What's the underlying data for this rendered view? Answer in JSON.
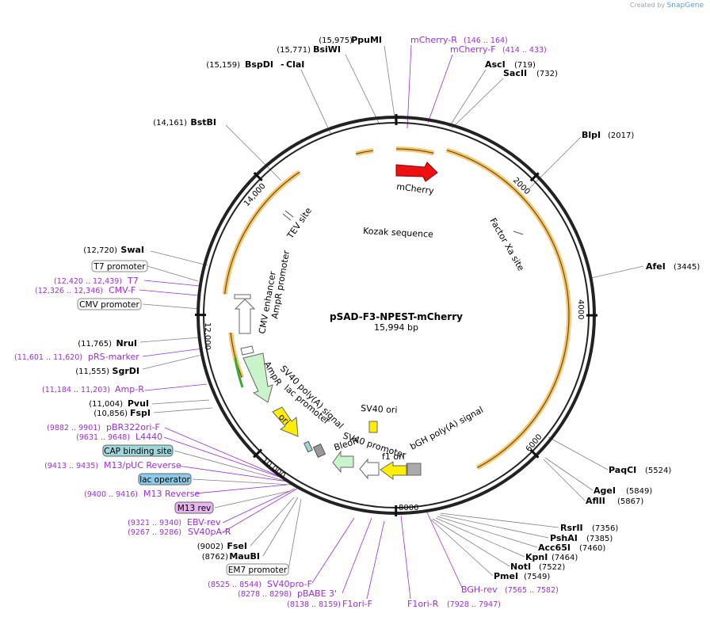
{
  "credit": {
    "prefix": "Created by",
    "brand": "SnapGene"
  },
  "plasmid": {
    "name": "pSAD-F3-NPEST-mCherry",
    "length": "15,994 bp"
  },
  "ticks": [
    "2000",
    "4000",
    "6000",
    "8000",
    "10,000",
    "12,000",
    "14,000"
  ],
  "sites": [
    {
      "name": "AscI",
      "pos": "(719)"
    },
    {
      "name": "SacII",
      "pos": "(732)"
    },
    {
      "name": "BlpI",
      "pos": "(2017)"
    },
    {
      "name": "AfeI",
      "pos": "(3445)"
    },
    {
      "name": "PaqCI",
      "pos": "(5524)"
    },
    {
      "name": "AgeI",
      "pos": "(5849)"
    },
    {
      "name": "AflII",
      "pos": "(5867)"
    },
    {
      "name": "RsrII",
      "pos": "(7356)"
    },
    {
      "name": "PshAI",
      "pos": "(7385)"
    },
    {
      "name": "Acc65I",
      "pos": "(7460)"
    },
    {
      "name": "KpnI",
      "pos": "(7464)"
    },
    {
      "name": "NotI",
      "pos": "(7522)"
    },
    {
      "name": "PmeI",
      "pos": "(7549)"
    },
    {
      "name": "PpuMI",
      "pos": "(15,975)"
    },
    {
      "name": "BsiWI",
      "pos": "(15,771)"
    },
    {
      "name": "BspDI",
      "pos": "(15,159)"
    },
    {
      "name": "ClaI",
      "pos": ""
    },
    {
      "name": "BstBI",
      "pos": "(14,161)"
    },
    {
      "name": "SwaI",
      "pos": "(12,720)"
    },
    {
      "name": "NruI",
      "pos": "(11,765)"
    },
    {
      "name": "SgrDI",
      "pos": "(11,555)"
    },
    {
      "name": "PvuI",
      "pos": "(11,004)"
    },
    {
      "name": "FspI",
      "pos": "(10,856)"
    },
    {
      "name": "FseI",
      "pos": "(9002)"
    },
    {
      "name": "MauBI",
      "pos": "(8762)"
    }
  ],
  "primers": [
    {
      "name": "mCherry-R",
      "pos": "(146 .. 164)"
    },
    {
      "name": "mCherry-F",
      "pos": "(414 .. 433)"
    },
    {
      "name": "BGH-rev",
      "pos": "(7565 .. 7582)"
    },
    {
      "name": "F1ori-R",
      "pos": "(7928 .. 7947)"
    },
    {
      "name": "F1ori-F",
      "pos": "(8138 .. 8159)"
    },
    {
      "name": "pBABE 3'",
      "pos": "(8278 .. 8298)"
    },
    {
      "name": "SV40pro-F",
      "pos": "(8525 .. 8544)"
    },
    {
      "name": "SV40pA-R",
      "pos": "(9267 .. 9286)"
    },
    {
      "name": "EBV-rev",
      "pos": "(9321 .. 9340)"
    },
    {
      "name": "M13 Reverse",
      "pos": "(9400 .. 9416)"
    },
    {
      "name": "M13/pUC Reverse",
      "pos": "(9413 .. 9435)"
    },
    {
      "name": "L4440",
      "pos": "(9631 .. 9648)"
    },
    {
      "name": "pBR322ori-F",
      "pos": "(9882 .. 9901)"
    },
    {
      "name": "Amp-R",
      "pos": "(11,184 .. 11,203)"
    },
    {
      "name": "pRS-marker",
      "pos": "(11,601 .. 11,620)"
    },
    {
      "name": "CMV-F",
      "pos": "(12,326 .. 12,346)"
    },
    {
      "name": "T7",
      "pos": "(12,420 .. 12,439)"
    }
  ],
  "boxes": [
    {
      "name": "T7 promoter"
    },
    {
      "name": "CMV promoter"
    },
    {
      "name": "CAP binding site"
    },
    {
      "name": "lac operator"
    },
    {
      "name": "M13 rev"
    },
    {
      "name": "EM7 promoter"
    }
  ],
  "features": [
    {
      "name": "mCherry"
    },
    {
      "name": "Kozak sequence"
    },
    {
      "name": "Factor  Xa site"
    },
    {
      "name": "TEV site"
    },
    {
      "name": "CMV enhancer"
    },
    {
      "name": "AmpR promoter"
    },
    {
      "name": "AmpR"
    },
    {
      "name": "SV40 poly(A) signal"
    },
    {
      "name": "lac promoter"
    },
    {
      "name": "ori"
    },
    {
      "name": "SV40 ori"
    },
    {
      "name": "SV40  promoter"
    },
    {
      "name": "BleoR"
    },
    {
      "name": "f1 ori"
    },
    {
      "name": "bGH poly(A) signal"
    }
  ],
  "colors": {
    "backbone": "#222222",
    "enzyme_line": "#7f7f7f",
    "primer": "#9b30d9",
    "orf_orange": "#f7c66b",
    "mcherry": "#ee1111",
    "ampR": "#c9f3c9",
    "ori": "#ffee00",
    "cap_box": "#9fd6d9",
    "lac_box": "#8ccbe8",
    "m13_box": "#e7b5ee"
  }
}
